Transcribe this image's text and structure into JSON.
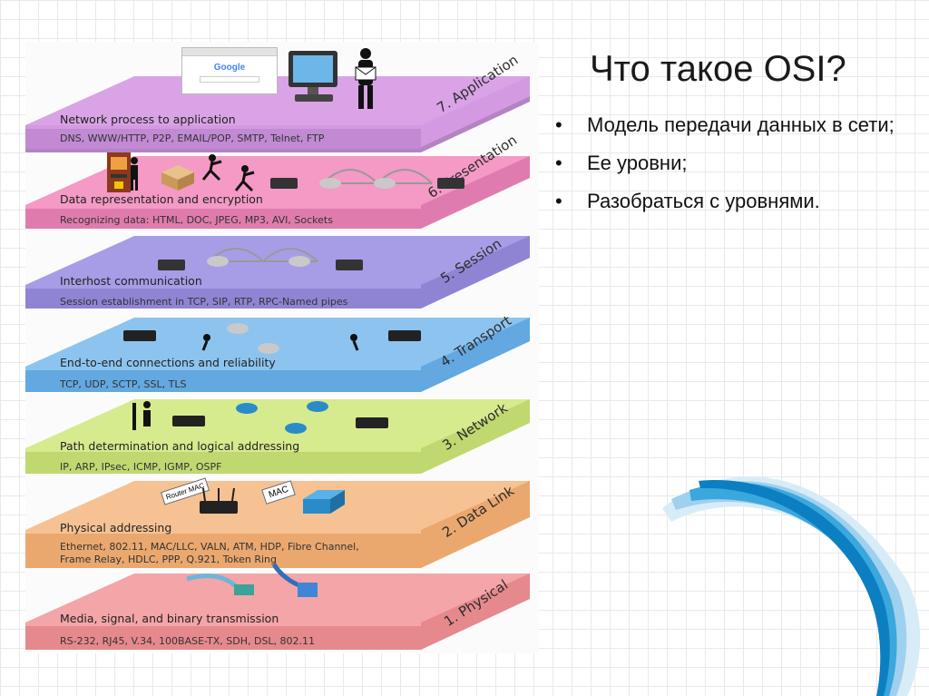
{
  "slide": {
    "title": "Что такое OSI?",
    "bullets": [
      "Модель передачи данных в сети;",
      "Ее уровни;",
      "Разобраться с уровнями."
    ]
  },
  "layers": [
    {
      "name": "7. Application",
      "title": "Network process to application",
      "protocols": "DNS, WWW/HTTP, P2P, EMAIL/POP, SMTP, Telnet, FTP",
      "color": "#d9a3e6",
      "band": "#b583c4"
    },
    {
      "name": "6. Presentation",
      "title": "Data representation and encryption",
      "protocols": "Recognizing data: HTML, DOC, JPEG, MP3, AVI, Sockets",
      "color": "#f49ac4",
      "band": "#dd6fa5"
    },
    {
      "name": "5. Session",
      "title": "Interhost communication",
      "protocols": "Session establishment in TCP, SIP, RTP, RPC-Named pipes",
      "color": "#a79de6",
      "band": "#8a7fd2"
    },
    {
      "name": "4. Transport",
      "title": "End-to-end connections and reliability",
      "protocols": "TCP, UDP, SCTP, SSL, TLS",
      "color": "#8cc4ef",
      "band": "#5fa6e0"
    },
    {
      "name": "3. Network",
      "title": "Path determination and logical addressing",
      "protocols": "IP, ARP, IPsec, ICMP, IGMP, OSPF",
      "color": "#d6ea8e",
      "band": "#b9d566"
    },
    {
      "name": "2. Data Link",
      "title": "Physical addressing",
      "protocols": "Ethernet, 802.11, MAC/LLC, VALN, ATM, HDP, Fibre Channel, Frame Relay, HDLC,  PPP, Q.921, Token Ring",
      "color": "#f6c293",
      "band": "#e9a66d"
    },
    {
      "name": "1. Physical",
      "title": "Media, signal, and binary transmission",
      "protocols": "RS-232, RJ45, V.34, 100BASE-TX, SDH, DSL, 802.11",
      "color": "#f4a5a7",
      "band": "#e48185"
    }
  ],
  "decor": {
    "google_logo": "Google",
    "router_mac_tag": "Router MAC",
    "mac_tag": "MAC"
  }
}
